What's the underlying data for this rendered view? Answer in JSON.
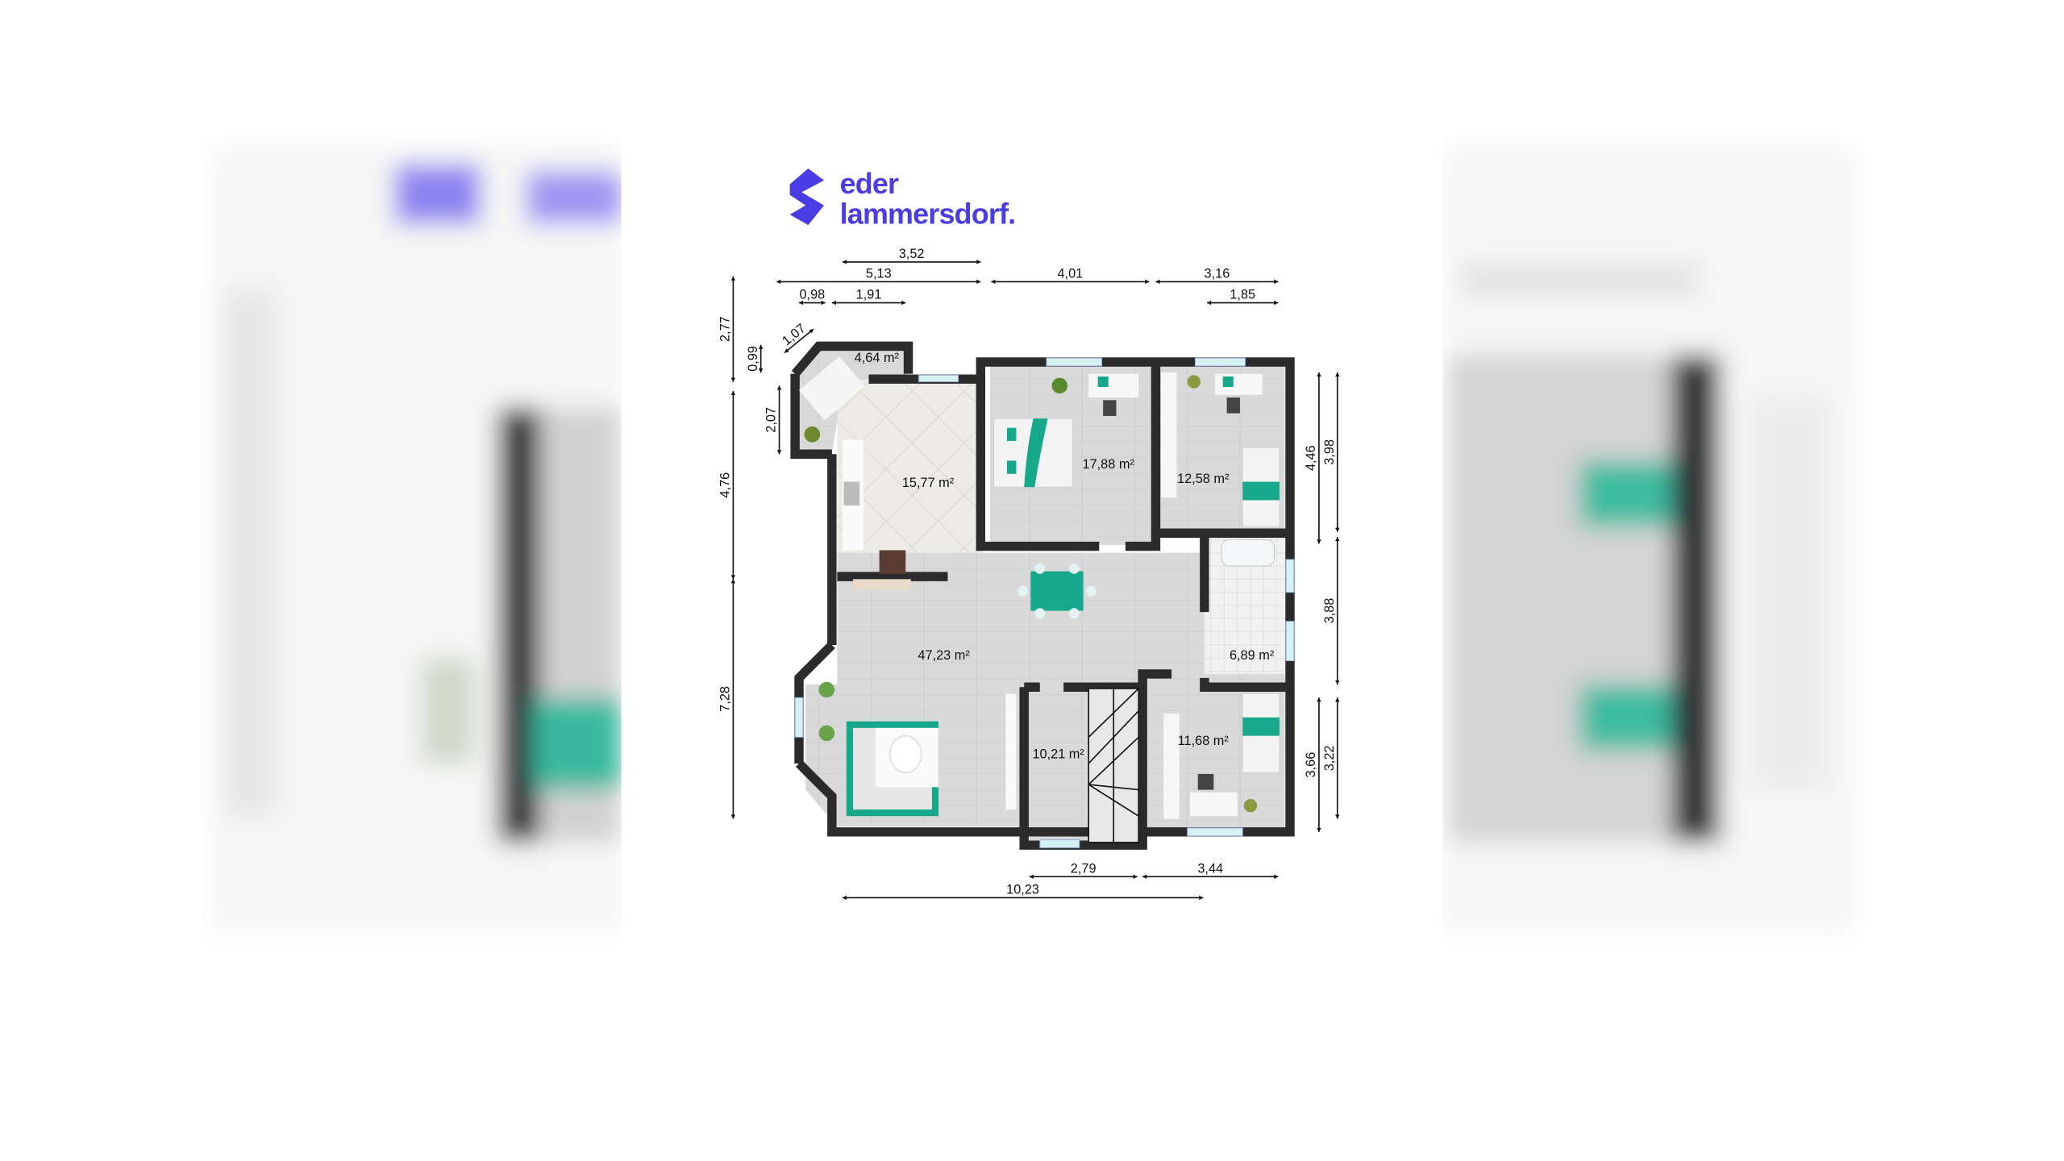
{
  "logo": {
    "line1": "eder",
    "line2": "lammersdorf.",
    "color": "#4a3de6"
  },
  "rooms": [
    {
      "name": "balcony",
      "area": "4,64 m²"
    },
    {
      "name": "kitchen",
      "area": "15,77 m²"
    },
    {
      "name": "bedroom-1",
      "area": "17,88 m²"
    },
    {
      "name": "bedroom-2",
      "area": "12,58 m²"
    },
    {
      "name": "living-dining",
      "area": "47,23 m²"
    },
    {
      "name": "bathroom",
      "area": "6,89 m²"
    },
    {
      "name": "hallway-stairs",
      "area": "10,21 m²"
    },
    {
      "name": "bedroom-3",
      "area": "11,68 m²"
    }
  ],
  "dimensions": [
    "3,52",
    "5,13",
    "4,01",
    "3,16",
    "0,98",
    "1,91",
    "1,85",
    "1,07",
    "2,77",
    "0,99",
    "2,07",
    "4,76",
    "7,28",
    "4,46",
    "3,98",
    "3,88",
    "3,66",
    "3,22",
    "2,79",
    "3,44",
    "10,23"
  ],
  "colors": {
    "wall": "#2b2b2b",
    "floor": "#d8d8d8",
    "accent": "#17a88c"
  }
}
